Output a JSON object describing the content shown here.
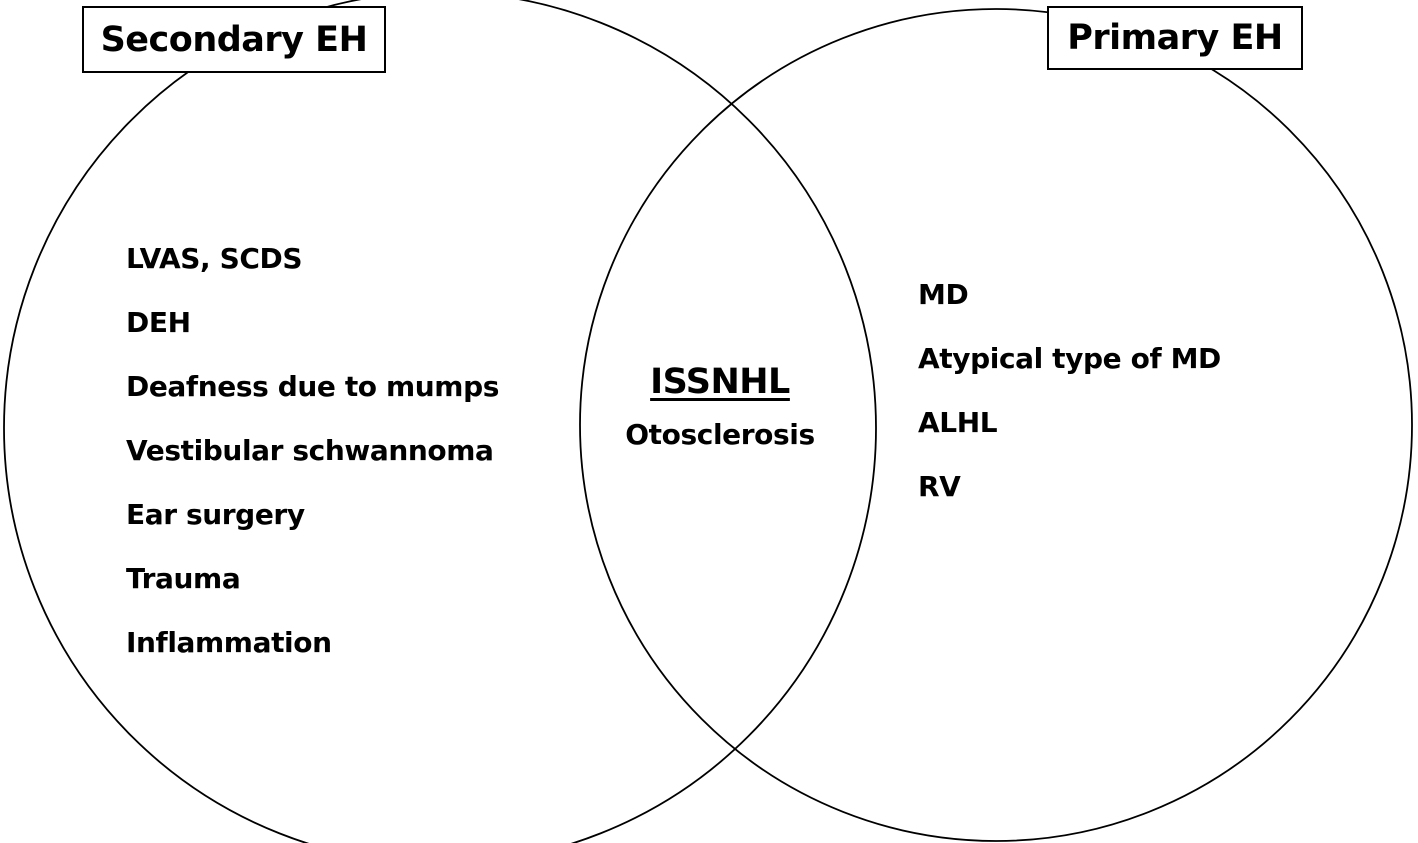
{
  "diagram": {
    "type": "venn",
    "left_set": {
      "title": "Secondary EH",
      "items": [
        "LVAS, SCDS",
        "DEH",
        "Deafness due to mumps",
        "Vestibular schwannoma",
        "Ear surgery",
        "Trauma",
        "Inflammation"
      ]
    },
    "right_set": {
      "title": "Primary EH",
      "items": [
        "MD",
        "Atypical type of MD",
        "ALHL",
        "RV"
      ]
    },
    "intersection": {
      "primary_item": "ISSNHL",
      "secondary_item": "Otosclerosis"
    },
    "colors": {
      "stroke": "#000000",
      "background": "#ffffff"
    }
  }
}
